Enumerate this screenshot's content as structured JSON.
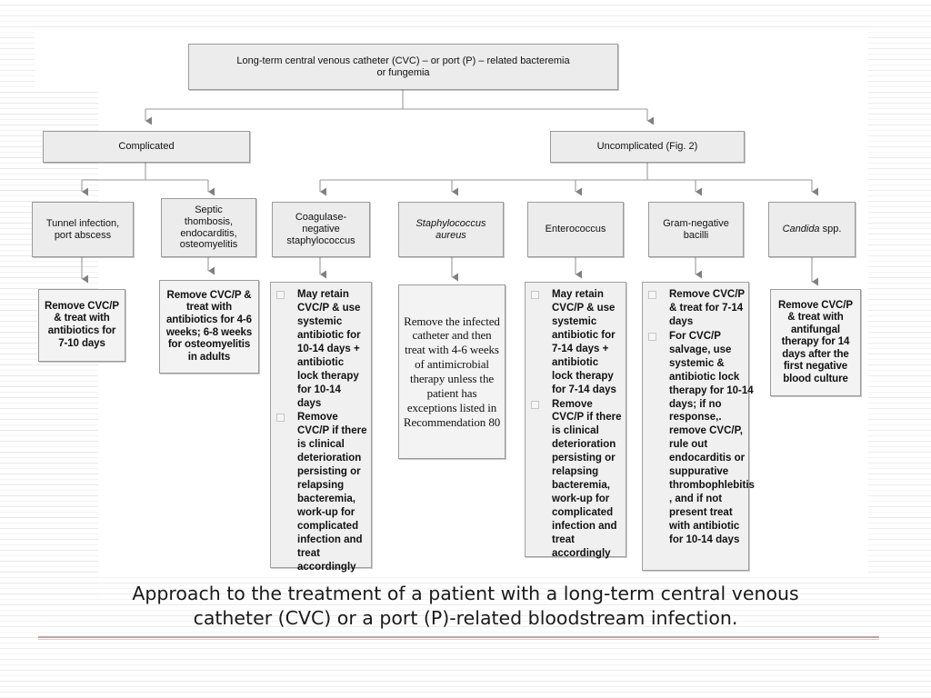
{
  "slide": {
    "caption_line1": "Approach to the treatment of a patient with a long-term central venous",
    "caption_line2": "catheter (CVC) or a port (P)-related bloodstream infection.",
    "accent_rule_color": "#a98a88",
    "box_fill_color": "#ececec",
    "box_border_color": "#9a9a9a"
  },
  "chart_data": {
    "type": "diagram",
    "title": "Approach to the treatment of a patient with a long-term central venous catheter (CVC) or a port (P)-related bloodstream infection.",
    "orientation": "top-down flowchart"
  },
  "flowchart": {
    "root": {
      "line1": "Long-term central venous catheter (CVC) – or port (P) – related bacteremia",
      "line2": "or fungemia"
    },
    "level2": {
      "complicated": "Complicated",
      "uncomplicated": "Uncomplicated (Fig. 2)"
    },
    "categories": {
      "tunnel": {
        "line1": "Tunnel infection,",
        "line2": "port abscess"
      },
      "septic": {
        "line1": "Septic",
        "line2": "thombosis,",
        "line3": "endocarditis,",
        "line4": "osteomyelitis"
      },
      "cons": {
        "line1": "Coagulase-",
        "line2": "negative",
        "line3": "staphylococcus"
      },
      "saureus": {
        "line1": "Staphylococcus",
        "line2": "aureus"
      },
      "entero": {
        "line1": "Enterococcus"
      },
      "gramneg": {
        "line1": "Gram-negative",
        "line2": "bacilli"
      },
      "candida": {
        "line1_italic": "Candida",
        "line2": " spp."
      }
    },
    "details": {
      "tunnel": "Remove CVC/P & treat with antibiotics for 7-10 days",
      "septic": "Remove CVC/P & treat with antibiotics for 4-6 weeks; 6-8 weeks for osteomyelitis in adults",
      "cons_bullets": [
        "May retain CVC/P & use systemic antibiotic for 10-14 days + antibiotic lock therapy for 10-14 days",
        "Remove CVC/P if there is clinical deterioration persisting or relapsing bacteremia, work-up for complicated infection and treat accordingly"
      ],
      "saureus": "Remove the infected catheter and then treat with 4-6 weeks of antimicrobial therapy unless the patient has exceptions listed in Recommendation 80",
      "entero_bullets": [
        "May retain CVC/P & use systemic antibiotic for 7-14 days + antibiotic lock therapy for 7-14 days",
        "Remove CVC/P if there is clinical deterioration persisting or relapsing bacteremia, work-up for complicated infection and treat accordingly"
      ],
      "gramneg_bullets": [
        "Remove CVC/P & treat for 7-14 days",
        "For CVC/P salvage, use systemic & antibiotic lock therapy for 10-14 days; if no response,. remove CVC/P, rule out endocarditis or suppurative thrombophlebitis , and if not present treat with antibiotic for 10-14 days"
      ],
      "candida": "Remove CVC/P & treat with antifungal therapy for 14 days after the first negative blood culture"
    }
  }
}
